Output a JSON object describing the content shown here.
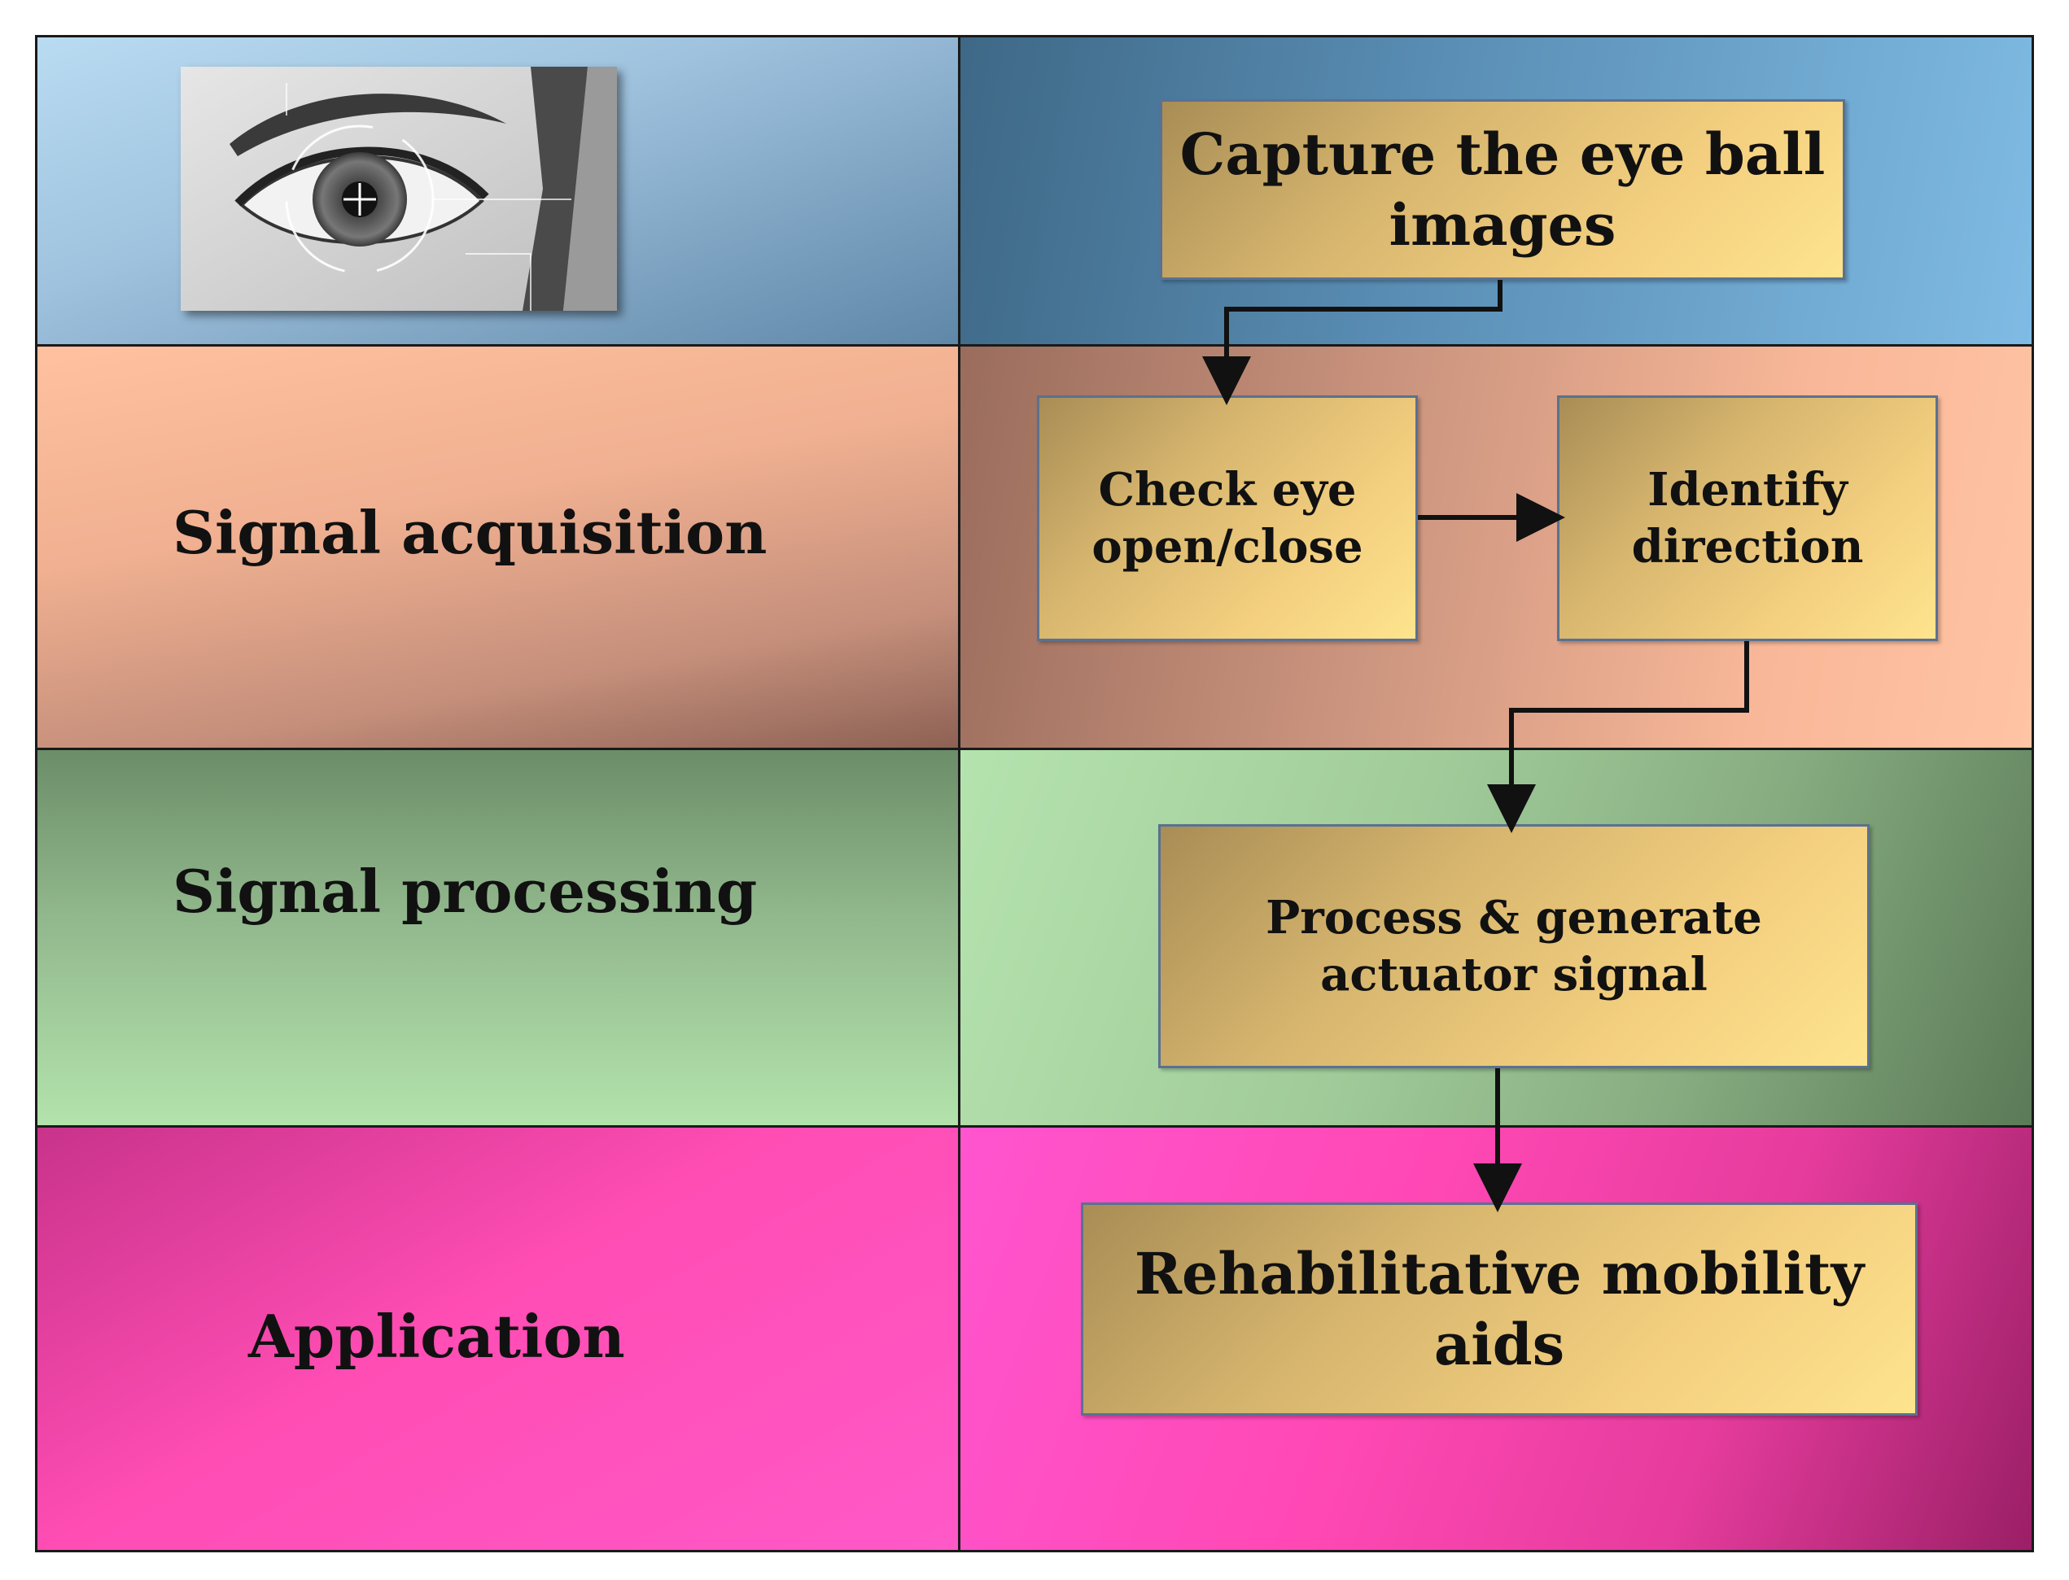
{
  "lanes": [
    {
      "label": ""
    },
    {
      "label": "Signal acquisition"
    },
    {
      "label": "Signal processing"
    },
    {
      "label": "Application"
    }
  ],
  "steps": {
    "capture": "Capture the eye ball images",
    "check": "Check eye open/close",
    "identify": "Identify direction",
    "process": "Process & generate actuator signal",
    "rehab": "Rehabilitative mobility aids"
  },
  "image": {
    "icon": "eye-photo-icon"
  }
}
